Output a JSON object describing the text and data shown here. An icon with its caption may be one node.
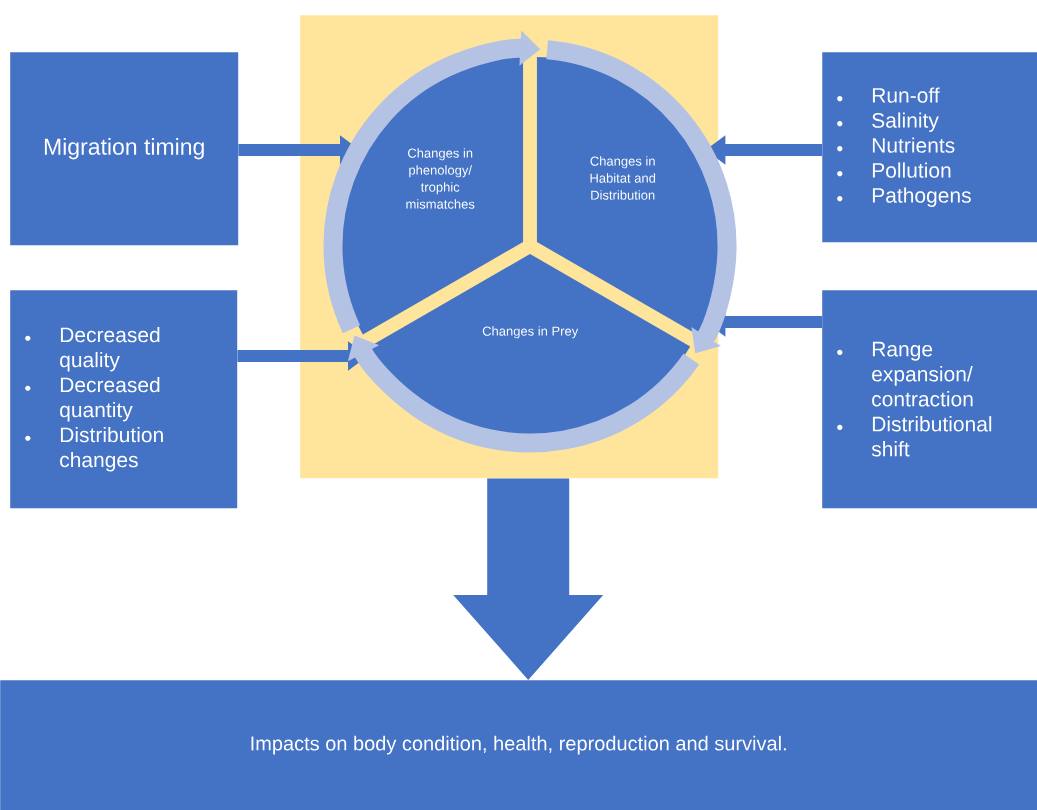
{
  "diagram": {
    "nodes": [
      {
        "text": [],
        "shape": "box"
      },
      {
        "text": [
          "Changes in phenology/ trophic mismatches"
        ],
        "in": 0
      },
      {
        "text": [
          "Changes in Habitat and Distribution"
        ],
        "in": 0
      },
      {
        "text": [
          "Changes in Prey"
        ],
        "in": 0
      },
      {
        "text": [
          "Migration timing"
        ]
      },
      {
        "text": [
          "Decreased quality",
          "Decreased quantity",
          "Distribution changes"
        ]
      },
      {
        "text": [
          "Run-off",
          "Salinity",
          "Nutrients",
          "Pollution",
          "Pathogens"
        ]
      },
      {
        "text": [
          "Range expansion/ contraction",
          "Distributional shift"
        ]
      },
      {
        "text": [
          "Impacts on body condition, health, reproduction and survival."
        ]
      }
    ],
    "edges": [
      {
        "from": 4,
        "to": 1,
        "arrow": "to"
      },
      {
        "from": 6,
        "to": 2,
        "arrow": "to"
      },
      {
        "from": 5,
        "to": 3,
        "arrow": "to"
      },
      {
        "from": 7,
        "to": 2,
        "arrow": "to"
      },
      {
        "from": 1,
        "to": 2,
        "arrow": "to",
        "color": "#b4c2e3"
      },
      {
        "from": 2,
        "to": 3,
        "arrow": "to",
        "color": "#b4c2e3"
      },
      {
        "from": 3,
        "to": 1,
        "arrow": "to",
        "color": "#b4c2e3"
      },
      {
        "from": 0,
        "to": 8,
        "arrow": "to",
        "style": "thick"
      }
    ]
  }
}
